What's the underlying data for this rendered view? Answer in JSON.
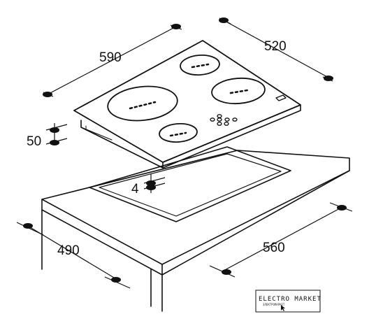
{
  "dimensions": {
    "width": "590",
    "depth": "520",
    "height": "50",
    "clearance": "4",
    "cutout_depth": "490",
    "cutout_width": "560"
  },
  "logo": {
    "title": "ELECTRO MARKET",
    "subtitle": "ЭЛЕКТРОМАРКЕТ"
  },
  "colors": {
    "line": "#111111",
    "background": "#ffffff"
  }
}
